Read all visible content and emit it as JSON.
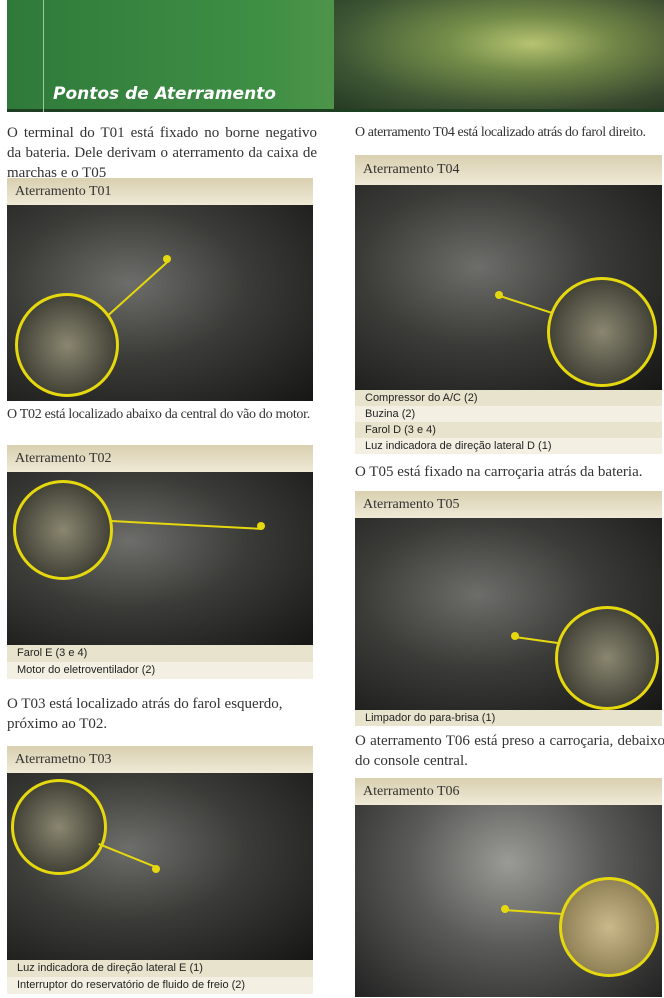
{
  "header": {
    "title": "Pontos de Aterramento"
  },
  "left": {
    "intro": "O terminal do T01 está fixado no borne  negativo da bateria. Dele derivam o aterramento da caixa de marchas e o T05",
    "t01_header": "Aterramento T01",
    "t02_text": "O T02 está localizado abaixo da central do vão do motor.",
    "t02_header": "Aterramento T02",
    "t02_captions": [
      "Farol E (3 e 4)",
      "Motor do eletroventilador (2)"
    ],
    "t03_text": "O T03 está localizado atrás do farol esquerdo, próximo ao T02.",
    "t03_header": "Aterrametno T03",
    "t03_captions": [
      "Luz indicadora de direção lateral E (1)",
      "Interruptor do reservatório de fluido de freio (2)"
    ]
  },
  "right": {
    "t04_text": "O aterramento T04 está localizado atrás do farol direito.",
    "t04_header": "Aterramento T04",
    "t04_captions": [
      "Compressor do A/C (2)",
      "Buzina (2)",
      "Farol D (3 e 4)",
      "Luz indicadora de direção lateral D (1)"
    ],
    "t05_text": "O  T05 está fixado na carroçaria  atrás da bateria.",
    "t05_header": "Aterramento T05",
    "t05_captions": [
      "Limpador do para-brisa (1)"
    ],
    "t06_text": "O aterramento T06 está preso a carroçaria, debaixo do console central.",
    "t06_header": "Aterramento T06"
  }
}
